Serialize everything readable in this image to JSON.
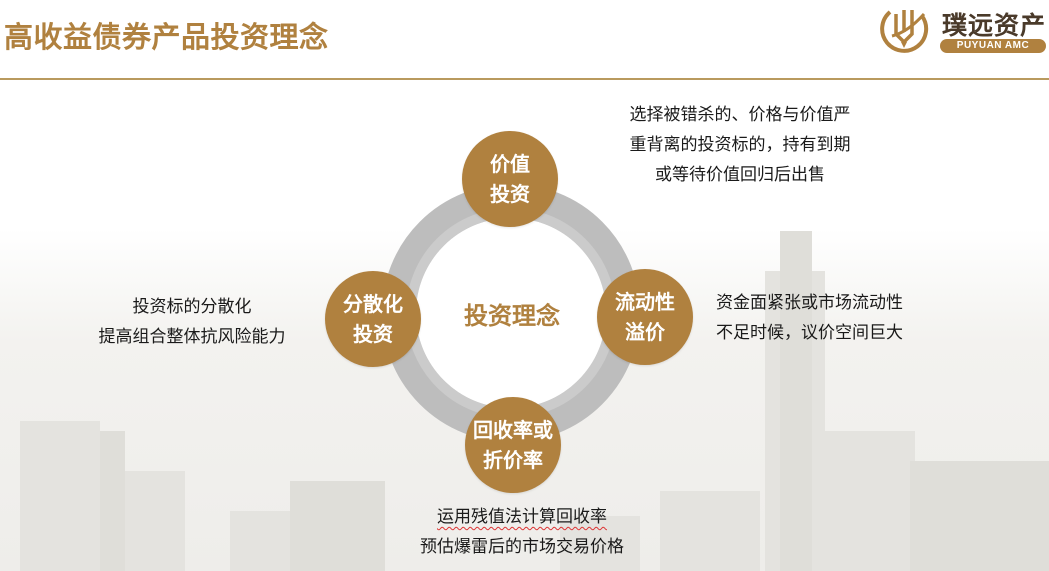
{
  "header": {
    "title": "高收益债券产品投资理念",
    "logo": {
      "name_cn": "璞远资产",
      "name_en": "PUYUAN AMC"
    }
  },
  "colors": {
    "brand": "#b0813f",
    "ring_outer": "#bdbdbd",
    "ring_inner": "#cbcbcb",
    "text": "#1a1a1a",
    "rule": "#b99a5e"
  },
  "diagram": {
    "center": "投资理念",
    "nodes": [
      {
        "id": "top",
        "lines": [
          "价值",
          "投资"
        ]
      },
      {
        "id": "right",
        "lines": [
          "流动性",
          "溢价"
        ]
      },
      {
        "id": "bottom",
        "lines": [
          "回收率或",
          "折价率"
        ]
      },
      {
        "id": "left",
        "lines": [
          "分散化",
          "投资"
        ]
      }
    ],
    "descriptions": {
      "top": [
        "选择被错杀的、价格与价值严",
        "重背离的投资标的，持有到期",
        "或等待价值回归后出售"
      ],
      "right": [
        "资金面紧张或市场流动性",
        "不足时候，议价空间巨大"
      ],
      "bottom": [
        "运用残值法计算回收率",
        "预估爆雷后的市场交易价格"
      ],
      "left": [
        "投资标的分散化",
        "提高组合整体抗风险能力"
      ]
    }
  }
}
